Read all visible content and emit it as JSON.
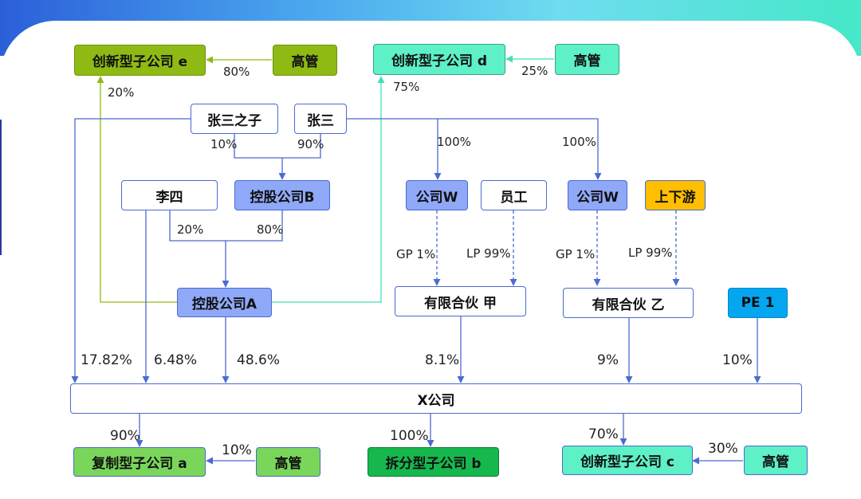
{
  "nodes": {
    "sub_e": "创新型子公司 e",
    "exec_e": "高管",
    "sub_d": "创新型子公司 d",
    "exec_d": "高管",
    "zhangsan_son": "张三之子",
    "zhangsan": "张三",
    "lisi": "李四",
    "holding_b": "控股公司B",
    "company_w1": "公司W",
    "employees": "员工",
    "company_w2": "公司W",
    "upstream": "上下游",
    "holding_a": "控股公司A",
    "lp_jia": "有限合伙 甲",
    "lp_yi": "有限合伙 乙",
    "pe1": "PE 1",
    "company_x": "X公司",
    "sub_a": "复制型子公司 a",
    "exec_a": "高管",
    "sub_b": "拆分型子公司 b",
    "sub_c": "创新型子公司 c",
    "exec_c": "高管"
  },
  "labels": {
    "exec_e_to_e": "80%",
    "a_to_e": "20%",
    "exec_d_to_d": "25%",
    "a_to_d": "75%",
    "son_to_b": "10%",
    "zs_to_b": "90%",
    "zs_to_w1": "100%",
    "zs_to_w2": "100%",
    "lisi_to_a": "20%",
    "b_to_a": "80%",
    "w1_gp": "GP 1%",
    "emp_lp": "LP 99%",
    "w2_gp": "GP 1%",
    "up_lp": "LP 99%",
    "son_to_x": "17.82%",
    "lisi_to_x": "6.48%",
    "a_to_x": "48.6%",
    "jia_to_x": "8.1%",
    "yi_to_x": "9%",
    "pe_to_x": "10%",
    "x_to_a_sub": "90%",
    "exec_to_a_sub": "10%",
    "x_to_b_sub": "100%",
    "x_to_c_sub": "70%",
    "exec_to_c_sub": "30%"
  },
  "colors": {
    "line_blue": "#4a6bd0",
    "line_olive": "#8fba14",
    "line_mint": "#3fe0b8"
  }
}
